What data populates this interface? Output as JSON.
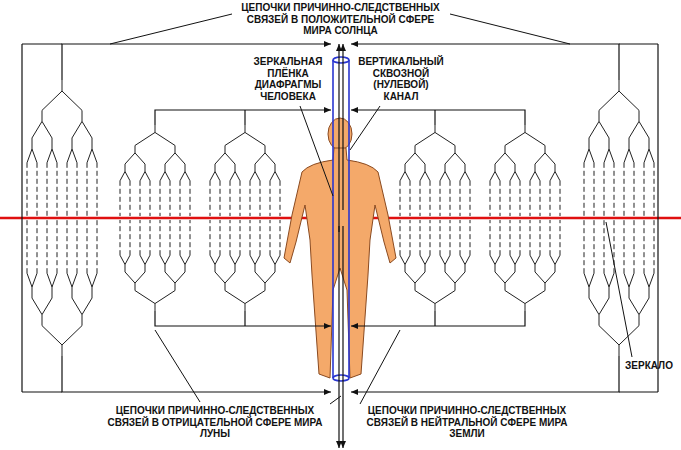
{
  "diagram": {
    "labels": [
      "ЦЕПОЧКИ ПРИЧИННО-СЛЕДСТВЕННЫХ СВЯЗЕЙ В ПОЛОЖИТЕЛЬНОЙ СФЕРЕ МИРА СОЛНЦА",
      "ЗЕРКАЛЬНАЯ ПЛЁНКА ДИАФРАГМЫ ЧЕЛОВЕКА",
      "ВЕРТИКАЛЬНЫЙ СКВОЗНОЙ (НУЛЕВОЙ) КАНАЛ",
      "ЗЕРКАЛО",
      "ЦЕПОЧКИ ПРИЧИННО-СЛЕДСТВЕННЫХ СВЯЗЕЙ В ОТРИЦАТЕЛЬНОЙ СФЕРЕ МИРА ЛУНЫ",
      "ЦЕПОЧКИ ПРИЧИННО-СЛЕДСТВЕННЫХ СВЯЗЕЙ В НЕЙТРАЛЬНОЙ СФЕРЕ МИРА ЗЕМЛИ"
    ]
  }
}
